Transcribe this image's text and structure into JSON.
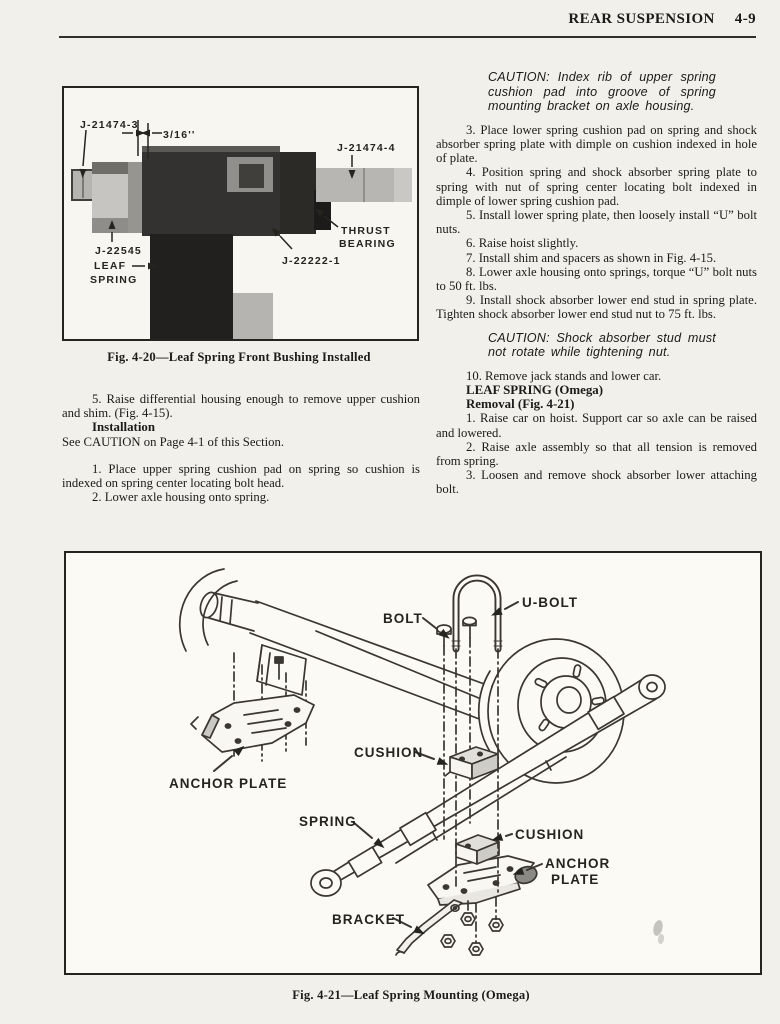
{
  "header": {
    "title": "REAR SUSPENSION",
    "page_num": "4-9"
  },
  "fig20": {
    "caption": "Fig. 4-20—Leaf Spring Front Bushing Installed",
    "labels": {
      "j21474_3": "J-21474-3",
      "dim": "3/16''",
      "j21474_4": "J-21474-4",
      "j22545": "J-22545",
      "leaf": "LEAF",
      "spring": "SPRING",
      "thrust": "THRUST",
      "bearing": "BEARING",
      "j22222_1": "J-22222-1"
    }
  },
  "left_col": {
    "step5": "5. Raise differential housing enough to remove upper cushion and shim. (Fig. 4-15).",
    "installation_heading": "Installation",
    "see_caution": "See CAUTION on Page 4-1 of this Section.",
    "step1": "1. Place upper spring cushion pad on spring so cushion is indexed on spring center locating bolt head.",
    "step2": "2. Lower axle housing onto spring."
  },
  "right_col": {
    "caution1": "CAUTION: Index rib of upper spring cushion pad into groove of spring mounting bracket on axle housing.",
    "step3": "3. Place lower spring cushion pad on spring and shock absorber spring plate with dimple on cushion indexed in hole of plate.",
    "step4": "4. Position spring and shock absorber spring plate to spring with nut of spring center locating bolt indexed in dimple of lower spring cushion pad.",
    "step5": "5. Install lower spring plate, then loosely install “U” bolt nuts.",
    "step6": "6. Raise hoist slightly.",
    "step7": "7. Install shim and spacers as shown in Fig. 4-15.",
    "step8": "8. Lower axle housing onto springs, torque “U” bolt nuts to 50 ft. lbs.",
    "step9": "9. Install shock absorber lower end stud in spring plate. Tighten shock absorber lower end stud nut to 75 ft. lbs.",
    "caution2": "CAUTION: Shock absorber stud must not rotate while tightening nut.",
    "step10": "10. Remove jack stands and lower car.",
    "leaf_spring_heading": "LEAF SPRING (Omega)",
    "removal_heading": "Removal (Fig. 4-21)",
    "r_step1": "1. Raise car on hoist. Support car so axle can be raised and lowered.",
    "r_step2": "2. Raise axle assembly so that all tension is removed from spring.",
    "r_step3": "3. Loosen and remove shock absorber lower attaching bolt."
  },
  "fig21": {
    "caption": "Fig. 4-21—Leaf Spring Mounting (Omega)",
    "labels": {
      "bolt": "BOLT",
      "u_bolt": "U-BOLT",
      "anchor_plate": "ANCHOR PLATE",
      "cushion_upper": "CUSHION",
      "spring": "SPRING",
      "cushion_lower": "CUSHION",
      "anchor": "ANCHOR",
      "plate": "PLATE",
      "bracket": "BRACKET"
    }
  }
}
